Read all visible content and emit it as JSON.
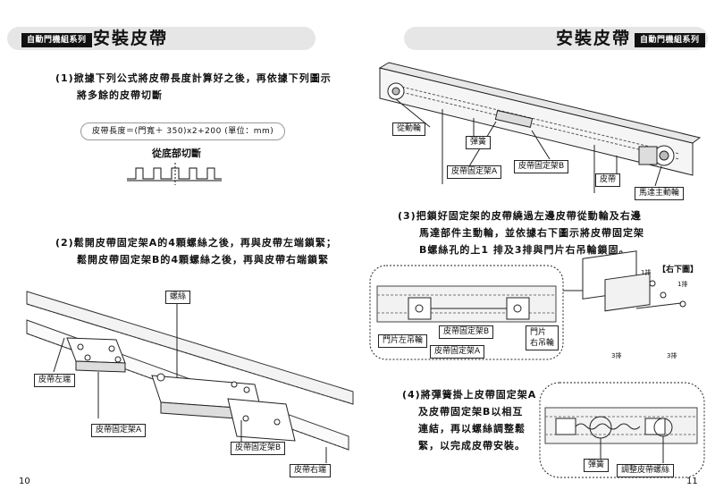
{
  "left_page": {
    "header_tag": "自動門機組系列",
    "title": "安裝皮帶",
    "step1": {
      "line1": "(1)掀據下列公式將皮帶長度計算好之後，再依據下列圖示",
      "line2": "將多餘的皮帶切斷"
    },
    "formula": "皮帶長度＝(門寬＋ 350)x2+200 (單位：mm)",
    "cut_label": "從底部切斷",
    "step2": {
      "line1": "(2)鬆開皮帶固定架A的4顆螺絲之後，再與皮帶左端鎖緊；",
      "line2": "鬆開皮帶固定架B的4顆螺絲之後，再與皮帶右端鎖緊"
    },
    "labels": {
      "screw": "螺絲",
      "belt_left": "皮帶左端",
      "bracket_a": "皮帶固定架A",
      "bracket_b": "皮帶固定架B",
      "belt_right": "皮帶右端"
    },
    "page_number": "10"
  },
  "right_page": {
    "title": "安裝皮帶",
    "header_tag": "自動門機組系列",
    "labels": {
      "driven_wheel": "從動輪",
      "spring": "彈簧",
      "bracket_a": "皮帶固定架A",
      "bracket_b": "皮帶固定架B",
      "belt": "皮帶",
      "motor_wheel": "馬達主動輪"
    },
    "step3": {
      "line1": "(3)把鎖好固定架的皮帶繞過左邊皮帶從動輪及右邊",
      "line2": "馬達部件主動輪，並依據右下圖示將皮帶固定架",
      "line3": "B螺絲孔的上1 排及3排與門片右吊輪鎖固。"
    },
    "step3_diagram": {
      "right_figure": "【右下圖】",
      "row1a": "1排",
      "row1b": "1排",
      "row3a": "3排",
      "row3b": "3排",
      "bracket_b": "皮帶固定架B",
      "door_left_hanger": "門片左吊輪",
      "door_right_hanger_1": "門片",
      "door_right_hanger_2": "右吊輪",
      "bracket_a": "皮帶固定架A"
    },
    "step4": {
      "line1": "(4)將彈簧掛上皮帶固定架A",
      "line2": "及皮帶固定架B以相互",
      "line3": "連結，再以螺絲調整鬆",
      "line4": "緊，以完成皮帶安裝。"
    },
    "step4_labels": {
      "spring": "彈簧",
      "adjust_screw": "調整皮帶螺絲"
    },
    "page_number": "11"
  }
}
